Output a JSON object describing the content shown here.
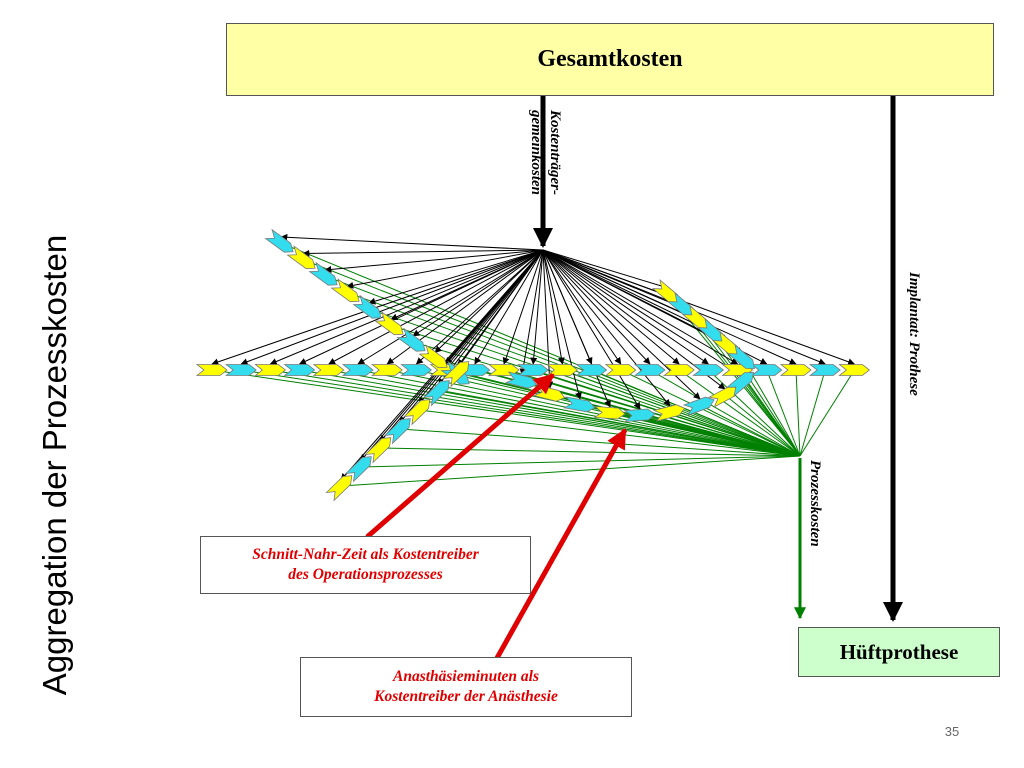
{
  "slide": {
    "side_title": "Aggregation der Prozesskosten",
    "page_number": "35"
  },
  "diagram": {
    "total_costs": "Gesamtkosten",
    "product": "Hüftprothese",
    "overhead_label_line1": "Kostenträger-",
    "overhead_label_line2": "gemeinkosten",
    "implant_label": "Implantat: Prothese",
    "process_costs_label": "Prozesskosten",
    "note_cut_suture_line1": "Schnitt-Nahr-Zeit als Kostentreiber",
    "note_cut_suture_line2": "des Operationsprozesses",
    "note_anesthesia_line1": "Anasthäsieminuten als",
    "note_anesthesia_line2": "Kostentreiber der Anästhesie"
  },
  "colors": {
    "box_total": "#ffffa6",
    "box_product": "#ccffcc",
    "chevron_yellow": "#ffff00",
    "chevron_cyan": "#33ddee",
    "allocation_lines": "#000000",
    "process_lines": "#008000",
    "highlight_arrows": "#e00000"
  }
}
